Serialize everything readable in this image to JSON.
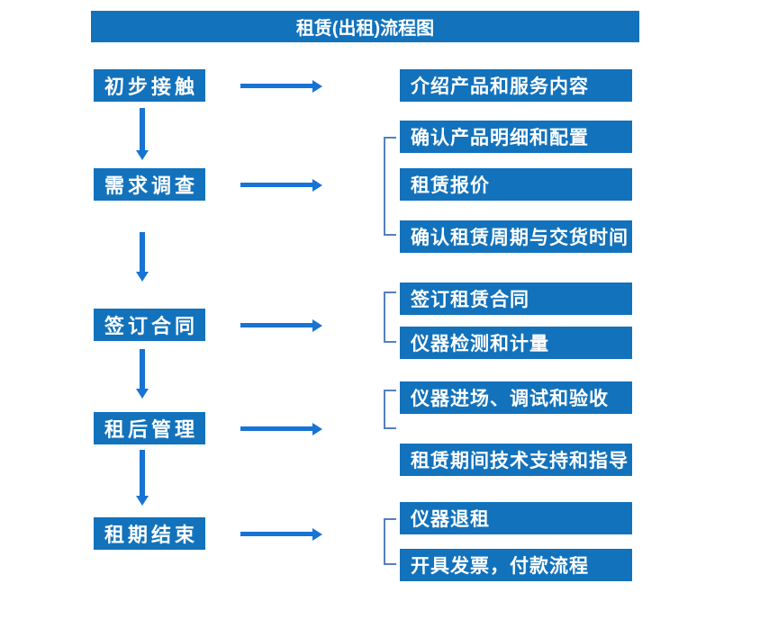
{
  "title": "租赁(出租)流程图",
  "colors": {
    "box-blue": "#1272BC",
    "arrow-blue": "#1773D4",
    "bracket-blue": "#5580C0",
    "text-white": "#FFFFFF"
  },
  "steps": [
    {
      "label": "初步接触",
      "details": [
        "介绍产品和服务内容"
      ]
    },
    {
      "label": "需求调查",
      "details": [
        "确认产品明细和配置",
        "租赁报价",
        "确认租赁周期与交货时间"
      ]
    },
    {
      "label": "签订合同",
      "details": [
        "签订租赁合同",
        "仪器检测和计量"
      ]
    },
    {
      "label": "租后管理",
      "details": [
        "仪器进场、调试和验收",
        "租赁期间技术支持和指导"
      ]
    },
    {
      "label": "租期结束",
      "details": [
        "仪器退租",
        "开具发票，付款流程"
      ]
    }
  ]
}
